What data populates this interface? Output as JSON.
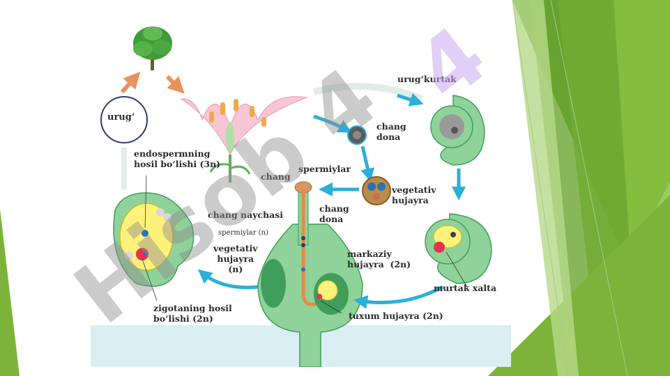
{
  "labels": {
    "seed": "urug‘",
    "embryo_sac_origin": "urug‘kurtak",
    "pollen_grain": "chang\ndona",
    "pollen_grain_2": "chang\ndona",
    "sperm": "spermiylar",
    "pollen": "chang",
    "vegetative_cell": "vegetativ\nhujayra",
    "pollen_tube": "chang naychasi",
    "sperm_n": "spermiylar (n)",
    "vegetative_cell_n": "vegetativ\nhujayra\n(n)",
    "central_cell": "markaziy\nhujayra  (2n)",
    "embryo_sac": "murtak xalta",
    "egg_cell": "tuxum hujayra (2n)",
    "endosperm": "endospermning\nhosil bo‘lishi (3n)",
    "zygote": "zigotaning hosil\nbo‘lishi (2n)"
  },
  "watermark_text": "Hisob 4",
  "colors": {
    "arrow": "#2ab0d8",
    "tissue": "#8fd29a",
    "tissue_dark": "#3f9f5a",
    "slide_green": "#7db33a",
    "watermark_purple": "#c9a8f0",
    "watermark_gray": "#8c8c8c"
  }
}
